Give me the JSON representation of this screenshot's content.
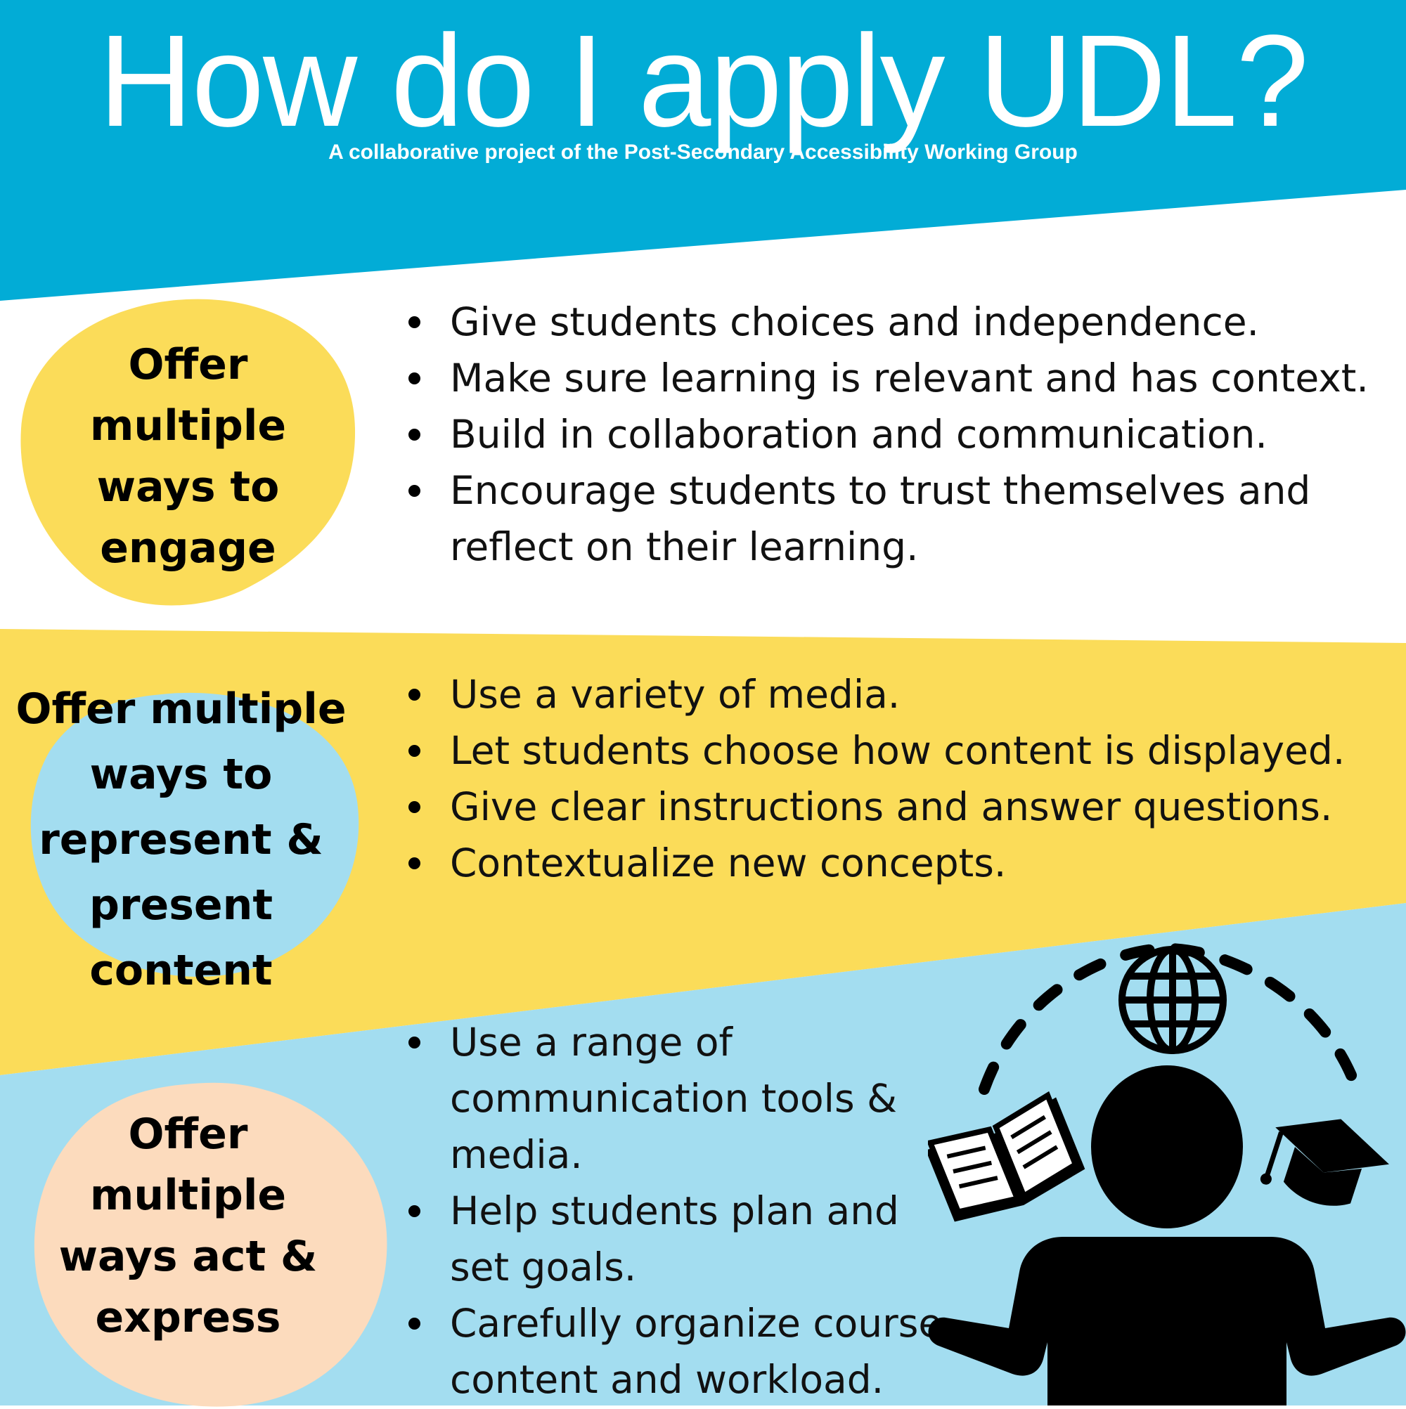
{
  "header": {
    "title": "How do I apply UDL?",
    "subtitle": "A collaborative project of the Post-Secondary Accessibility Working Group",
    "color": "#02acd6"
  },
  "sections": [
    {
      "heading_lines": [
        "Offer",
        "multiple",
        "ways to",
        "engage"
      ],
      "band_color": "#ffffff",
      "blob_color": "#fbdc59",
      "bullets": [
        "Give students choices and independence.",
        "Make sure learning is relevant and has context.",
        "Build in collaboration and communication.",
        "Encourage students to trust themselves and reflect on their learning."
      ]
    },
    {
      "heading_lines": [
        "Offer multiple",
        "ways to",
        "represent &",
        "present",
        "content"
      ],
      "band_color": "#fbdc59",
      "blob_color": "#a3ddf0",
      "bullets": [
        "Use a variety of media.",
        "Let students choose how content is displayed.",
        "Give clear instructions and answer questions.",
        "Contextualize new concepts."
      ]
    },
    {
      "heading_lines": [
        "Offer",
        "multiple",
        "ways act &",
        "express"
      ],
      "band_color": "#a3ddf0",
      "blob_color": "#fcdbbd",
      "bullets": [
        "Use a range of communication tools & media.",
        "Help students plan and set goals.",
        "Carefully organize course content and workload."
      ]
    }
  ],
  "illustration": {
    "icons": [
      "globe-icon",
      "open-book-icon",
      "graduation-cap-icon",
      "person-icon"
    ]
  }
}
